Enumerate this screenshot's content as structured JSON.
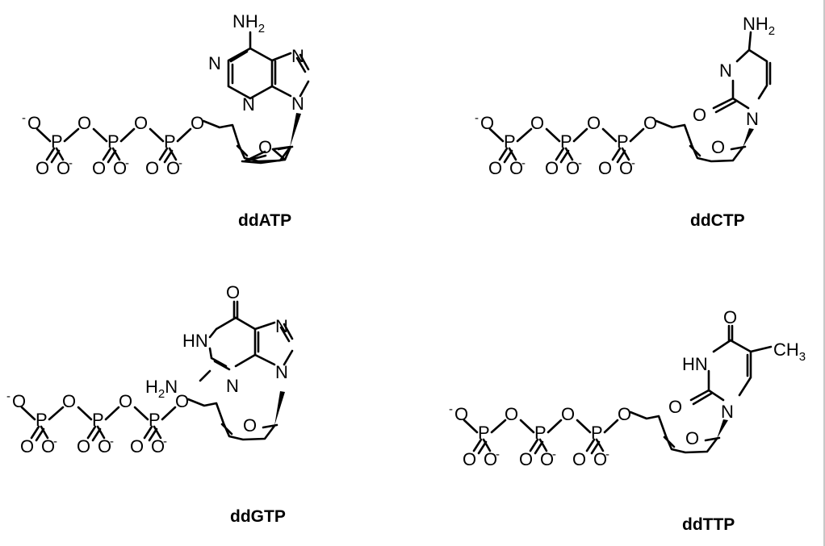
{
  "compounds": [
    {
      "name": "ddATP",
      "base": "adenine",
      "ring_atoms": [
        "N",
        "N",
        "N",
        "N"
      ],
      "substituents": [
        {
          "main": "NH",
          "sub": "2"
        }
      ],
      "sugar_oxygen": "O",
      "linker_oxygen": "O",
      "phosphate": {
        "charge_o": "O",
        "charge": "-",
        "p": "P",
        "bridge_o": "O",
        "oxo_o": "O"
      }
    },
    {
      "name": "ddCTP",
      "base": "cytosine",
      "ring_atoms": [
        "N",
        "N"
      ],
      "substituents": [
        {
          "main": "NH",
          "sub": "2"
        },
        {
          "main": "O"
        }
      ],
      "sugar_oxygen": "O",
      "linker_oxygen": "O",
      "phosphate": {
        "charge_o": "O",
        "charge": "-",
        "p": "P",
        "bridge_o": "O",
        "oxo_o": "O"
      }
    },
    {
      "name": "ddGTP",
      "base": "guanine",
      "ring_atoms": [
        "HN",
        "N",
        "N",
        "N"
      ],
      "substituents": [
        {
          "main": "O"
        },
        {
          "main": "H",
          "sub": "2",
          "tail": "N"
        }
      ],
      "sugar_oxygen": "O",
      "linker_oxygen": "O",
      "phosphate": {
        "charge_o": "O",
        "charge": "-",
        "p": "P",
        "bridge_o": "O",
        "oxo_o": "O"
      }
    },
    {
      "name": "ddTTP",
      "base": "thymine",
      "ring_atoms": [
        "HN",
        "N"
      ],
      "substituents": [
        {
          "main": "O"
        },
        {
          "main": "O"
        },
        {
          "main": "CH",
          "sub": "3"
        }
      ],
      "sugar_oxygen": "O",
      "linker_oxygen": "O",
      "phosphate": {
        "charge_o": "O",
        "charge": "-",
        "p": "P",
        "bridge_o": "O",
        "oxo_o": "O"
      }
    }
  ]
}
